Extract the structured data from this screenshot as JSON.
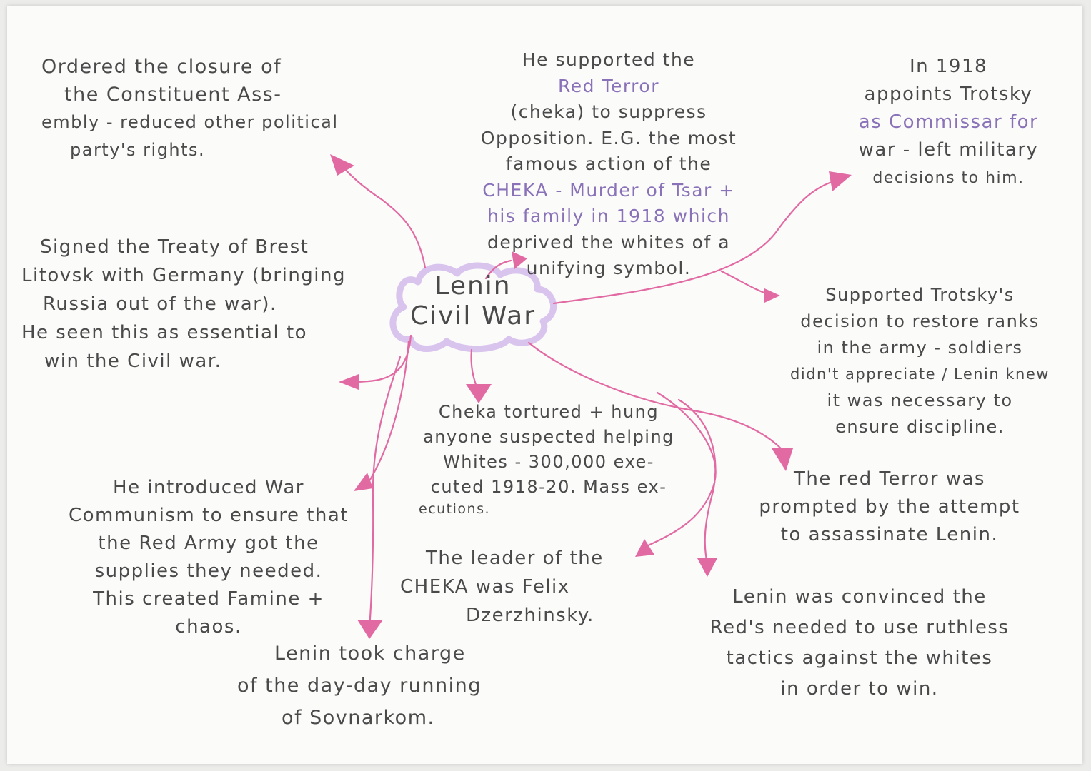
{
  "colors": {
    "accent_purple": "#8a72b8",
    "arrow_pink": "#e26aa3",
    "cloud_lilac": "#d9c4ee",
    "ink": "#4a4a4a"
  },
  "center": {
    "line1": "Lenin",
    "line2": "Civil War"
  },
  "notes": {
    "constituent": [
      "Ordered the closure of",
      "the Constituent Ass-",
      "embly - reduced other political",
      "party's rights."
    ],
    "red_terror_support": [
      "He supported the",
      "Red Terror",
      "(cheka) to suppress",
      "Opposition. E.G. the most",
      "famous action of the",
      "CHEKA - Murder of Tsar +",
      "his family in 1918 which",
      "deprived the whites of a",
      "unifying symbol."
    ],
    "trotsky_commissar": [
      "In 1918",
      "appoints Trotsky",
      "as Commissar for",
      "war - left military",
      "decisions to him."
    ],
    "brest": [
      "Signed the Treaty of Brest",
      "Litovsk with Germany (bringing",
      "Russia out of the war).",
      "He seen this as essential to",
      "win the Civil war."
    ],
    "ranks": [
      "Supported Trotsky's",
      "decision to restore ranks",
      "in the army - soldiers",
      "didn't appreciate / Lenin knew",
      "it was necessary to",
      "ensure discipline."
    ],
    "cheka_tortured": [
      "Cheka tortured + hung",
      "anyone suspected helping",
      "Whites - 300,000 exe-",
      "cuted 1918-20. Mass ex-",
      "ecutions."
    ],
    "war_communism": [
      "He introduced War",
      "Communism to ensure that",
      "the Red Army got the",
      "supplies they needed.",
      "This created Famine +",
      "chaos."
    ],
    "red_terror_prompted": [
      "The red Terror was",
      "prompted by the attempt",
      "to assassinate Lenin."
    ],
    "cheka_leader": [
      "The leader of the",
      "CHEKA was Felix",
      "Dzerzhinsky."
    ],
    "ruthless": [
      "Lenin was convinced the",
      "Red's needed to use ruthless",
      "tactics against the whites",
      "in order to win."
    ],
    "sovnarkom": [
      "Lenin took charge",
      "of the day-day running",
      "of Sovnarkom."
    ]
  }
}
